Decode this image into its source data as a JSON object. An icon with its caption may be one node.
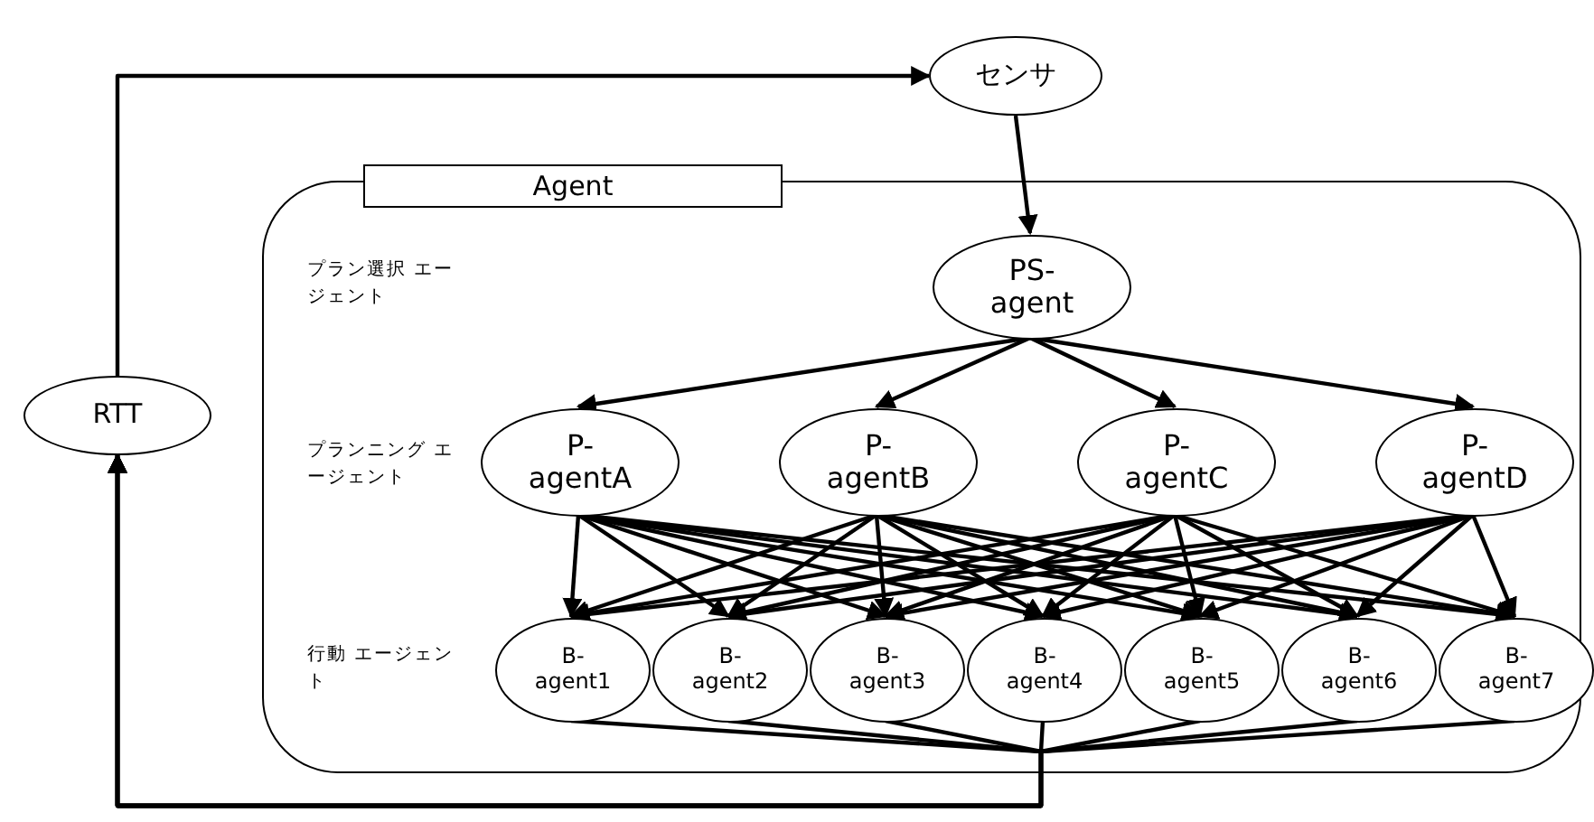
{
  "diagram": {
    "nodes": [
      {
        "text": [
          "センサ"
        ]
      },
      {
        "text": [
          "Agent"
        ]
      },
      {
        "text": [
          "PS- agent"
        ],
        "in": 1
      },
      {
        "text": [
          "P- agentA"
        ],
        "in": 1
      },
      {
        "text": [
          "P- agentB"
        ],
        "in": 1
      },
      {
        "text": [
          "P- agentC"
        ],
        "in": 1
      },
      {
        "text": [
          "P- agentD"
        ],
        "in": 1
      },
      {
        "text": [
          "B- agent1"
        ],
        "in": 1
      },
      {
        "text": [
          "B- agent2"
        ],
        "in": 1
      },
      {
        "text": [
          "B- agent3"
        ],
        "in": 1
      },
      {
        "text": [
          "B- agent4"
        ],
        "in": 1
      },
      {
        "text": [
          "B- agent5"
        ],
        "in": 1
      },
      {
        "text": [
          "B- agent6"
        ],
        "in": 1
      },
      {
        "text": [
          "B- agent7"
        ],
        "in": 1
      },
      {
        "text": [
          "RTT"
        ]
      }
    ],
    "edges": [
      {
        "from": 14,
        "to": 0,
        "arrow": "to"
      },
      {
        "from": 0,
        "to": 2,
        "arrow": "to"
      },
      {
        "from": 2,
        "to": 3,
        "arrow": "to"
      },
      {
        "from": 2,
        "to": 4,
        "arrow": "to"
      },
      {
        "from": 2,
        "to": 5,
        "arrow": "to"
      },
      {
        "from": 2,
        "to": 6,
        "arrow": "to"
      },
      {
        "from": 3,
        "to": 7,
        "arrow": "to"
      },
      {
        "from": 3,
        "to": 8,
        "arrow": "to"
      },
      {
        "from": 3,
        "to": 9,
        "arrow": "to"
      },
      {
        "from": 3,
        "to": 10,
        "arrow": "to"
      },
      {
        "from": 3,
        "to": 11,
        "arrow": "to"
      },
      {
        "from": 3,
        "to": 12,
        "arrow": "to"
      },
      {
        "from": 3,
        "to": 13,
        "arrow": "to"
      },
      {
        "from": 4,
        "to": 7,
        "arrow": "to"
      },
      {
        "from": 4,
        "to": 8,
        "arrow": "to"
      },
      {
        "from": 4,
        "to": 9,
        "arrow": "to"
      },
      {
        "from": 4,
        "to": 10,
        "arrow": "to"
      },
      {
        "from": 4,
        "to": 11,
        "arrow": "to"
      },
      {
        "from": 4,
        "to": 12,
        "arrow": "to"
      },
      {
        "from": 4,
        "to": 13,
        "arrow": "to"
      },
      {
        "from": 5,
        "to": 7,
        "arrow": "to"
      },
      {
        "from": 5,
        "to": 8,
        "arrow": "to"
      },
      {
        "from": 5,
        "to": 9,
        "arrow": "to"
      },
      {
        "from": 5,
        "to": 10,
        "arrow": "to"
      },
      {
        "from": 5,
        "to": 11,
        "arrow": "to"
      },
      {
        "from": 5,
        "to": 12,
        "arrow": "to"
      },
      {
        "from": 5,
        "to": 13,
        "arrow": "to"
      },
      {
        "from": 6,
        "to": 7,
        "arrow": "to"
      },
      {
        "from": 6,
        "to": 8,
        "arrow": "to"
      },
      {
        "from": 6,
        "to": 9,
        "arrow": "to"
      },
      {
        "from": 6,
        "to": 10,
        "arrow": "to"
      },
      {
        "from": 6,
        "to": 11,
        "arrow": "to"
      },
      {
        "from": 6,
        "to": 12,
        "arrow": "to"
      },
      {
        "from": 6,
        "to": 13,
        "arrow": "to"
      },
      {
        "from": 7,
        "to": 14,
        "arrow": "to"
      },
      {
        "from": 8,
        "to": 14,
        "arrow": "to"
      },
      {
        "from": 9,
        "to": 14,
        "arrow": "to"
      },
      {
        "from": 10,
        "to": 14,
        "arrow": "to"
      },
      {
        "from": 11,
        "to": 14,
        "arrow": "to"
      },
      {
        "from": 12,
        "to": 14,
        "arrow": "to"
      },
      {
        "from": 13,
        "to": 14,
        "arrow": "to"
      }
    ],
    "labels": [
      "プラン選択 エージェント",
      "プランニング エージェント",
      "行動 エージェント"
    ]
  }
}
